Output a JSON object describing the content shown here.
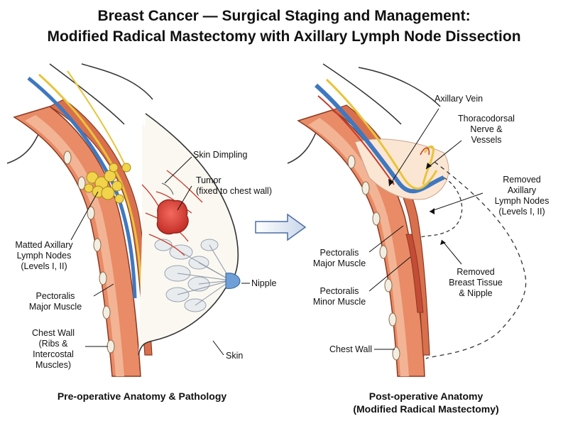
{
  "title": {
    "line1": "Breast Cancer — Surgical Staging and Management:",
    "line2": "Modified Radical Mastectomy with Axillary Lymph Node Dissection"
  },
  "left_panel": {
    "caption": "Pre-operative Anatomy & Pathology",
    "labels": {
      "skin_dimpling": "Skin Dimpling",
      "tumor_1": "Tumor",
      "tumor_2": "(fixed to chest wall)",
      "matted_1": "Matted Axillary",
      "matted_2": "Lymph Nodes",
      "matted_3": "(Levels I, II)",
      "nipple": "Nipple",
      "pect_major_1": "Pectoralis",
      "pect_major_2": "Major Muscle",
      "chest_wall_1": "Chest Wall",
      "chest_wall_2": "(Ribs &",
      "chest_wall_3": "Intercostal",
      "chest_wall_4": "Muscles)",
      "skin": "Skin"
    }
  },
  "right_panel": {
    "caption_1": "Post-operative Anatomy",
    "caption_2": "(Modified Radical Mastectomy)",
    "labels": {
      "axillary_vein": "Axillary Vein",
      "thoraco_1": "Thoracodorsal",
      "thoraco_2": "Nerve &",
      "thoraco_3": "Vessels",
      "removed_nodes_1": "Removed",
      "removed_nodes_2": "Axillary",
      "removed_nodes_3": "Lymph Nodes",
      "removed_nodes_4": "(Levels I, II)",
      "pect_major_1": "Pectoralis",
      "pect_major_2": "Major Muscle",
      "removed_breast_1": "Removed",
      "removed_breast_2": "Breast Tissue",
      "removed_breast_3": "& Nipple",
      "pect_minor_1": "Pectoralis",
      "pect_minor_2": "Minor Muscle",
      "chest_wall": "Chest Wall"
    }
  },
  "colors": {
    "muscle": "#d9704d",
    "muscle_light": "#ec9a7a",
    "nerve": "#e8c43a",
    "vein": "#3f78c0",
    "artery": "#c83a2a",
    "tumor": "#e0443c",
    "node": "#f1d34c",
    "rib": "#f3eee2",
    "arrow": "#4a6fa5"
  },
  "icons": {
    "transition": "right-arrow-icon"
  }
}
